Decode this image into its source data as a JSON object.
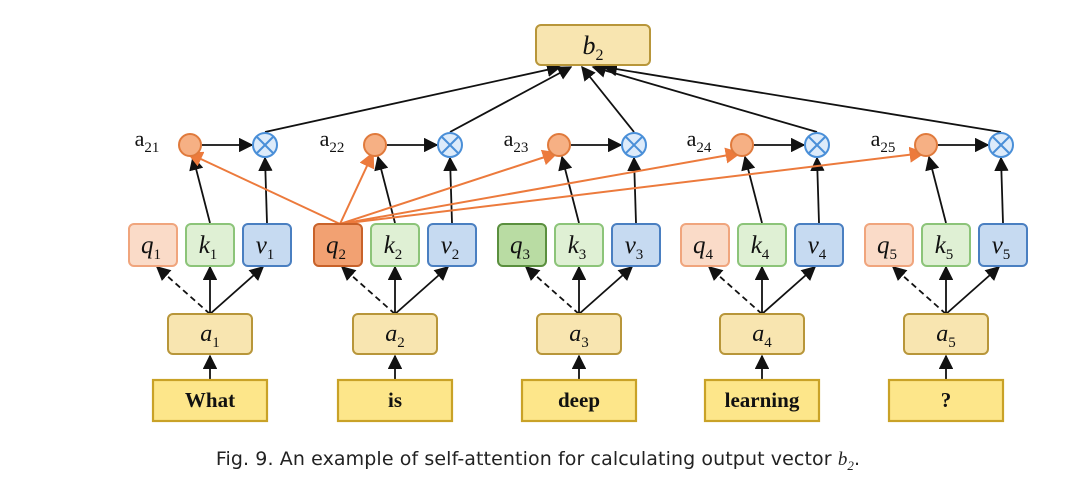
{
  "output_label": "b",
  "output_sub": "2",
  "words": [
    "What",
    "is",
    "deep",
    "learning",
    "?"
  ],
  "a_labels": [
    "a",
    "a",
    "a",
    "a",
    "a"
  ],
  "a_subs": [
    "1",
    "2",
    "3",
    "4",
    "5"
  ],
  "q_label": "q",
  "k_label": "k",
  "v_label": "v",
  "vector_subs": [
    "1",
    "2",
    "3",
    "4",
    "5"
  ],
  "score_labels": [
    "a",
    "a",
    "a",
    "a",
    "a"
  ],
  "score_subs": [
    "21",
    "22",
    "23",
    "24",
    "25"
  ],
  "multiply_symbol": "⊗",
  "caption": {
    "prefix": "Fig. 9.  An example of self-attention for calculating output vector ",
    "var": "b",
    "sub": "2",
    "suffix": "."
  },
  "colors": {
    "token_fill": "#fde68a",
    "token_stroke": "#c9a227",
    "a_fill": "#f8e5b0",
    "a_stroke": "#b8963a",
    "q_fill": "#fadbc8",
    "q_stroke": "#f0a57d",
    "q_active_fill": "#f2a172",
    "q_active_stroke": "#c8622a",
    "k_fill": "#dff0d4",
    "k_stroke": "#8cc479",
    "q3_fill": "#b9dca3",
    "q3_stroke": "#5a8f3e",
    "v_fill": "#c6daf1",
    "v_stroke": "#4a7fc1",
    "score_fill": "#f6b084",
    "score_stroke": "#e07a3c",
    "mult_fill": "#ddebfa",
    "mult_stroke": "#4a8fd8",
    "orange_arrow": "#ec7a3c"
  }
}
